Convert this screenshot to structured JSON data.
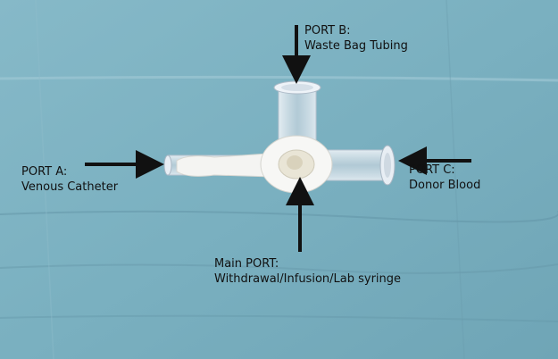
{
  "labels": {
    "port_b": {
      "title": "PORT B:",
      "desc": "Waste Bag Tubing"
    },
    "port_a": {
      "title": "PORT A:",
      "desc": "Venous Catheter"
    },
    "port_c": {
      "title": "PORT C:",
      "desc": "Donor Blood"
    },
    "main_port": {
      "title": "Main PORT:",
      "desc": "Withdrawal/Infusion/Lab syringe"
    }
  },
  "colors": {
    "drape": "#7fb4c3",
    "drape_dark": "#6aa0b1",
    "arrow": "#111111",
    "handle": "#f4f4f2",
    "plastic": "#dfe6ee"
  }
}
